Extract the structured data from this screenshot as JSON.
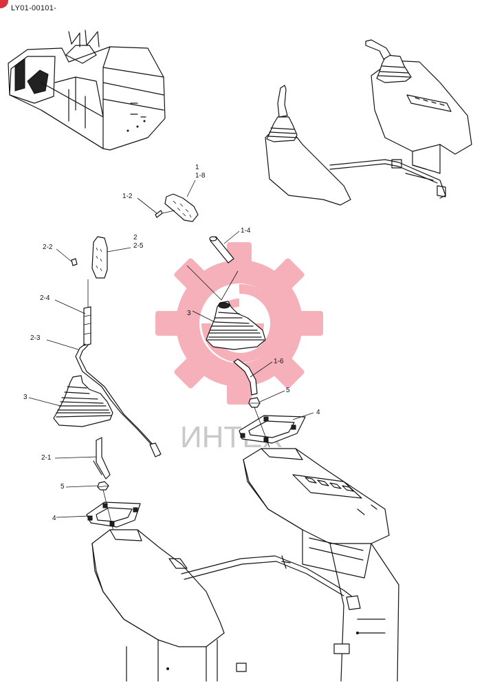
{
  "document": {
    "id": "LY01-00101-"
  },
  "watermark": {
    "text": "ИНТЕХ",
    "gear_color": "#f4a3ae",
    "text_color": "#c9c9c9"
  },
  "accent_color": "#d8323c",
  "callouts": {
    "c1": "1",
    "c1_8": "1-8",
    "c1_2": "1-2",
    "c1_4": "1-4",
    "c1_6": "1-6",
    "c2": "2",
    "c2_5": "2-5",
    "c2_2": "2-2",
    "c2_4": "2-4",
    "c2_3": "2-3",
    "c2_1": "2-1",
    "c3_left": "3",
    "c3_right": "3",
    "c4_left": "4",
    "c4_right": "4",
    "c5_left": "5",
    "c5_right": "5"
  }
}
